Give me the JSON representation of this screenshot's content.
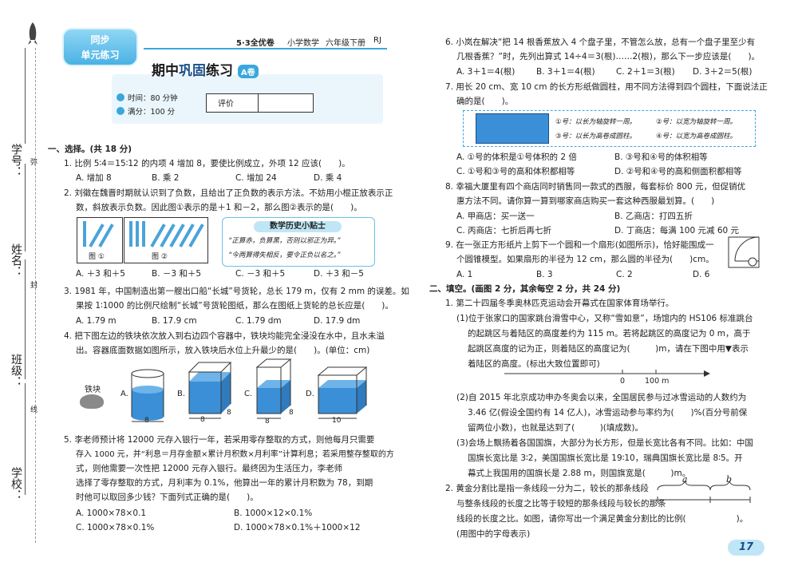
{
  "header": {
    "series": "5·3全优卷",
    "subject": "小学数学",
    "grade": "六年级下册",
    "edition": "RJ",
    "badge_line1": "同步",
    "badge_line2": "单元练习",
    "title_part1": "期中",
    "title_part2": "巩固",
    "title_part3": "练习",
    "title_tag": "A卷",
    "time_label": "时间：80 分钟",
    "score_label": "满分：100 分",
    "eval_label": "评价"
  },
  "margin": {
    "school": "学校：",
    "class": "班级：",
    "name": "姓名：",
    "student_no": "学号：",
    "seal1": "弥",
    "seal2": "封",
    "seal3": "线"
  },
  "section1": {
    "heading": "一、选择。(共 18 分)",
    "q1": {
      "text": "1. 比例 5∶4＝15∶12 的内项 4 增加 8，要使比例成立，外项 12 应该(　　)。",
      "options": [
        "A. 增加 8",
        "B. 乘 2",
        "C. 增加 24",
        "D. 乘 4"
      ]
    },
    "q2": {
      "line1": "2. 刘徽在魏晋时期就认识到了负数，且给出了正负数的表示方法。不妨用小棍正放表示正",
      "line2": "数，斜放表示负数。因此图①表示的是＋1 和－2，那么图②表示的是(　　)。",
      "fig1": "图 ①",
      "fig2": "图 ②",
      "tip_title": "数学历史小贴士",
      "tip_line1": "“正算赤，负算黑，否则以邪正为异。”",
      "tip_line2": "“今两算得失相反，要令正负以名之。”",
      "options": [
        "A. ＋3 和＋5",
        "B. －3 和＋5",
        "C. －3 和＋5",
        "D. ＋3 和－5"
      ]
    },
    "q3": {
      "line1": "3. 1981 年，中国制造出第一艘出口船“长城”号货轮，总长 179 m，仅有 2 mm 的误差。如",
      "line2": "果按 1∶1000 的比例尺绘制“长城”号货轮图纸，那么在图纸上货轮的总长应是(　　)。",
      "options": [
        "A. 1.79 m",
        "B. 17.9 cm",
        "C. 1.79 dm",
        "D. 17.9 dm"
      ]
    },
    "q4": {
      "line1": "4. 把下图左边的铁块依次放入到右边四个容器中，铁块均能完全浸没在水中，且水未溢",
      "line2": "出。容器底面数据如图所示，放入铁块后水位上升最少的是(　　)。(单位：cm)",
      "iron": "铁块",
      "labels": [
        "A.",
        "B.",
        "C.",
        "D."
      ],
      "dims": [
        "8",
        "8",
        "8",
        "8",
        "8",
        "10"
      ]
    },
    "q5": {
      "line1": "5. 李老师预计将 12000 元存入银行一年，若采用零存整取的方式，则他每月只需要",
      "line2": "存入 1000 元，并“利息＝月存金额×累计月积数×月利率”计算利息；若采用整存整取的方",
      "line3": "式，则他需要一次性把 12000 元存入银行。最终因为生活压力，李老师",
      "line4": "选择了零存整取的方式，月利率为 0.1%，他算出一年的累计月积数为 78，到期",
      "line5": "时他可以取回多少钱？下面列式正确的是(　　)。",
      "options": [
        "A. 1000×78×0.1",
        "B. 1000×12×0.1%",
        "C. 1000×78×0.1%",
        "D. 1000×78×0.1%＋1000×12"
      ]
    }
  },
  "right": {
    "q6": {
      "line1": "6. 小岚在解决“把 14 根香蕉放入 4 个盘子里，不管怎么放，总有一个盘子里至少有",
      "line2": "几根香蕉？”时，先列出算式 14÷4＝3(根)……2(根)，那么下一步应该是(　　)。",
      "options": [
        "A. 3＋1＝4(根)",
        "B. 3＋1＝4(根)",
        "C. 2＋1＝3(根)",
        "D. 3＋2＝5(根)"
      ]
    },
    "q7": {
      "line1": "7. 用长 20 cm、宽 10 cm 的长方形纸做圆柱，用不同方法得到四个圆柱，下面说法正",
      "line2": "确的是(　　)。",
      "box1": "①号：以长为轴旋转一周。",
      "box2": "②号：以宽为轴旋转一周。",
      "box3": "③号：以长为高卷成圆柱。",
      "box4": "④号：以宽为高卷成圆柱。",
      "options": [
        "A. ①号的体积是①号体积的 2 倍",
        "B. ③号和④号的体积相等",
        "C. ①号和③号的高和体积都相等",
        "D. ②号和④号的高和侧面积都相等"
      ]
    },
    "q8": {
      "line1": "8. 幸福大厦里有四个商店同时销售同一款式的西服，每套标价 800 元，但促销优",
      "line2": "惠方法不同。请你算一算到哪家商店购买一套这种西服最划算。(　　)",
      "options": [
        "A. 甲商店：买一送一",
        "B. 乙商店：打四五折",
        "C. 丙商店：七折后再七折",
        "D. 丁商店：每满 100 元减 60 元"
      ]
    },
    "q9": {
      "line1": "9. 在一张正方形纸片上剪下一个圆和一个扇形(如图所示)，恰好能围成一",
      "line2": "个圆锥模型。如果扇形的半径为 12 cm，那么圆的半径为(　　)cm。",
      "options": [
        "A. 1",
        "B. 3",
        "C. 2",
        "D. 6"
      ]
    },
    "section2": {
      "heading": "二、填空。(画图 2 分，其余每空 2 分，共 24 分)",
      "q1_intro": "1. 第二十四届冬季奥林匹克运动会开幕式在国家体育场举行。",
      "p1_1": "(1)位于张家口的国家跳台滑雪中心，又称“雪如意”，场馆内的 HS106 标准跳台",
      "p1_2": "的起跳区与着陆区的高度差约为 115 m。若将起跳区的高度记为 0 m，高于",
      "p1_3": "起跳区高度的记为正，则着陆区的高度记为(　　　)m，请在下图中用▼表示",
      "p1_4": "着陆区的高度。(标出大致位置即可)",
      "axis_zero": "0",
      "axis_100": "100 m",
      "p2_1": "(2)自 2015 年北京成功申办冬奥会以来，全国居民参与过冰雪运动的人数约为",
      "p2_2": "3.46 亿(假设全国约有 14 亿人)，冰雪运动参与率约为(　　)%(百分号前保",
      "p2_3": "留两位小数)，也就是达到了(　　　)(填成数)。",
      "p3_1": "(3)会场上飘扬着各国国旗，大部分为长方形，但是长宽比各有不同。比如：中国",
      "p3_2": "国旗长宽比是 3∶2，美国国旗长宽比是 19∶10，瑞典国旗长宽比是 8∶5。开",
      "p3_3": "幕式上我国用的国旗长是 2.88 m，则国旗宽是(　　　)m。",
      "q2_1": "2. 黄金分割比是指一条线段一分为二，较长的那条线段",
      "q2_2": "与整条线段的长度之比等于较短的那条线段与较长的那条",
      "q2_3": "线段的长度之比。如图，请你写出一个满足黄金分割比的比例(　　　　　　)。",
      "q2_4": "(用图中的字母表示)",
      "seg_a": "a",
      "seg_b": "b"
    },
    "page_no": "17"
  },
  "colors": {
    "accent": "#3aa7dc",
    "dark_blue": "#1b4f8a",
    "water": "#3b8fd6"
  }
}
